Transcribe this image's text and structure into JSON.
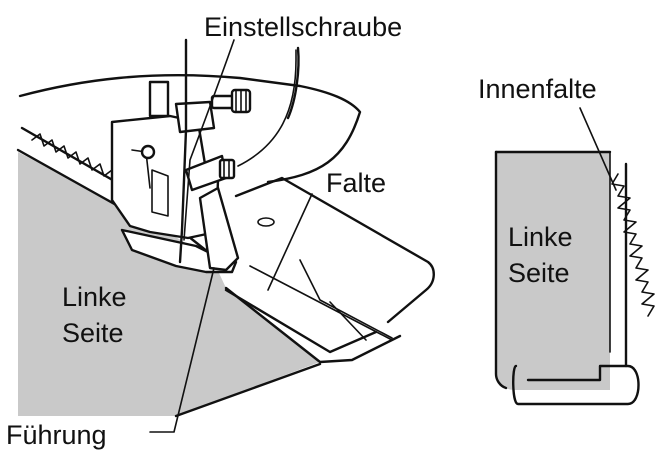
{
  "labels": {
    "adjust_screw": "Einstellschraube",
    "fold": "Falte",
    "inner_fold": "Innenfalte",
    "wrong_side_left": {
      "line1": "Linke",
      "line2": "Seite"
    },
    "wrong_side_right": {
      "line1": "Linke",
      "line2": "Seite"
    },
    "guide": "Führung"
  },
  "colors": {
    "fabric_fill": "#c9c9c9",
    "ink": "#111111",
    "background": "#ffffff"
  }
}
